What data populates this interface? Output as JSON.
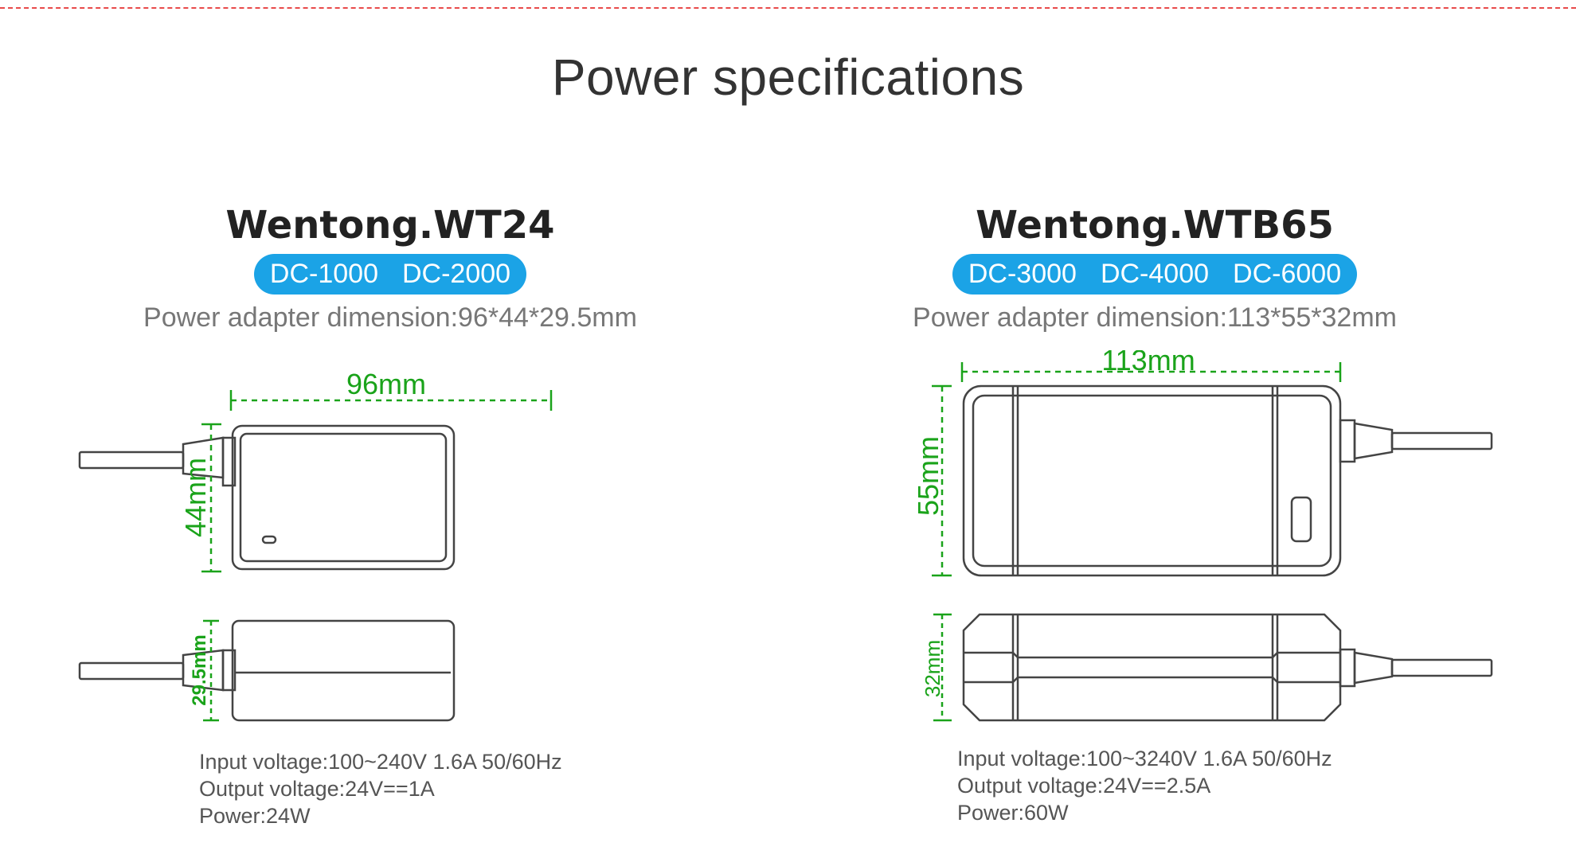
{
  "title": "Power specifications",
  "products": [
    {
      "name": "Wentong.WT24",
      "models": [
        "DC-1000",
        "DC-2000"
      ],
      "dimension_text": "Power adapter dimension:96*44*29.5mm",
      "length_label": "96mm",
      "width_label": "44mm",
      "height_label": "29.5mm",
      "specs": {
        "input": "Input voltage:100~240V  1.6A  50/60Hz",
        "output": "Output voltage:24V==1A",
        "power": "Power:24W"
      }
    },
    {
      "name": "Wentong.WTB65",
      "models": [
        "DC-3000",
        "DC-4000",
        "DC-6000"
      ],
      "dimension_text": "Power adapter dimension:113*55*32mm",
      "length_label": "113mm",
      "width_label": "55mm",
      "height_label": "32mm",
      "specs": {
        "input": "Input voltage:100~3240V  1.6A  50/60Hz",
        "output": "Output voltage:24V==2.5A",
        "power": "Power:60W"
      }
    }
  ],
  "colors": {
    "accent_blue": "#1ba3e6",
    "dimension_green": "#1aa31a",
    "divider_red": "#e84a4a",
    "outline": "#444444"
  }
}
